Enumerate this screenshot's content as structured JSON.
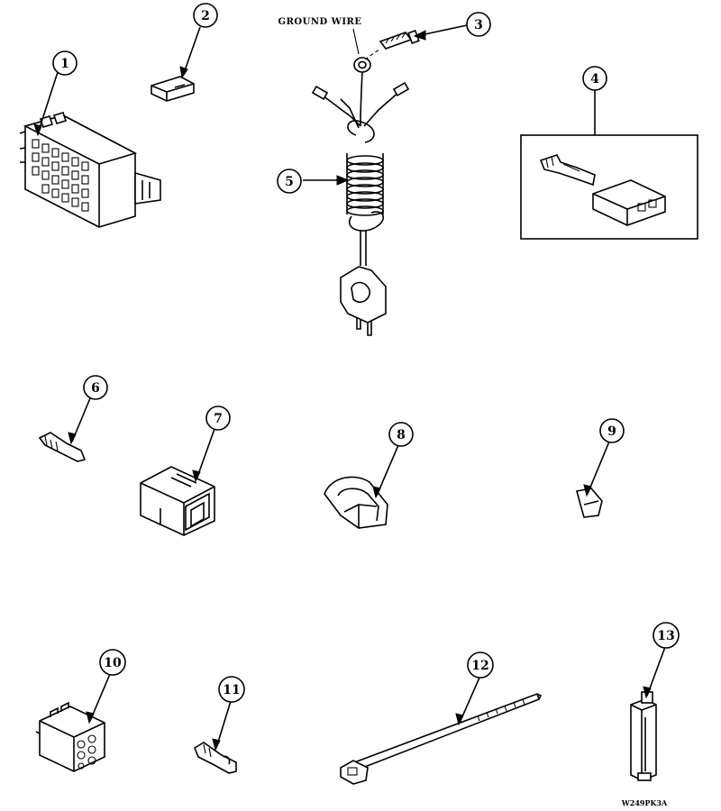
{
  "parts": [
    {
      "id": "part-1",
      "number": "1"
    },
    {
      "id": "part-2",
      "number": "2"
    },
    {
      "id": "part-3",
      "number": "3"
    },
    {
      "id": "part-4",
      "number": "4"
    },
    {
      "id": "part-5",
      "number": "5"
    },
    {
      "id": "part-6",
      "number": "6"
    },
    {
      "id": "part-7",
      "number": "7"
    },
    {
      "id": "part-8",
      "number": "8"
    },
    {
      "id": "part-9",
      "number": "9"
    },
    {
      "id": "part-10",
      "number": "10"
    },
    {
      "id": "part-11",
      "number": "11"
    },
    {
      "id": "part-12",
      "number": "12"
    },
    {
      "id": "part-13",
      "number": "13"
    }
  ],
  "labels": {
    "ground_wire": "GROUND WIRE",
    "drawing_code": "W249PK3A"
  },
  "colors": {
    "ink": "#000000",
    "paper": "#ffffff"
  }
}
